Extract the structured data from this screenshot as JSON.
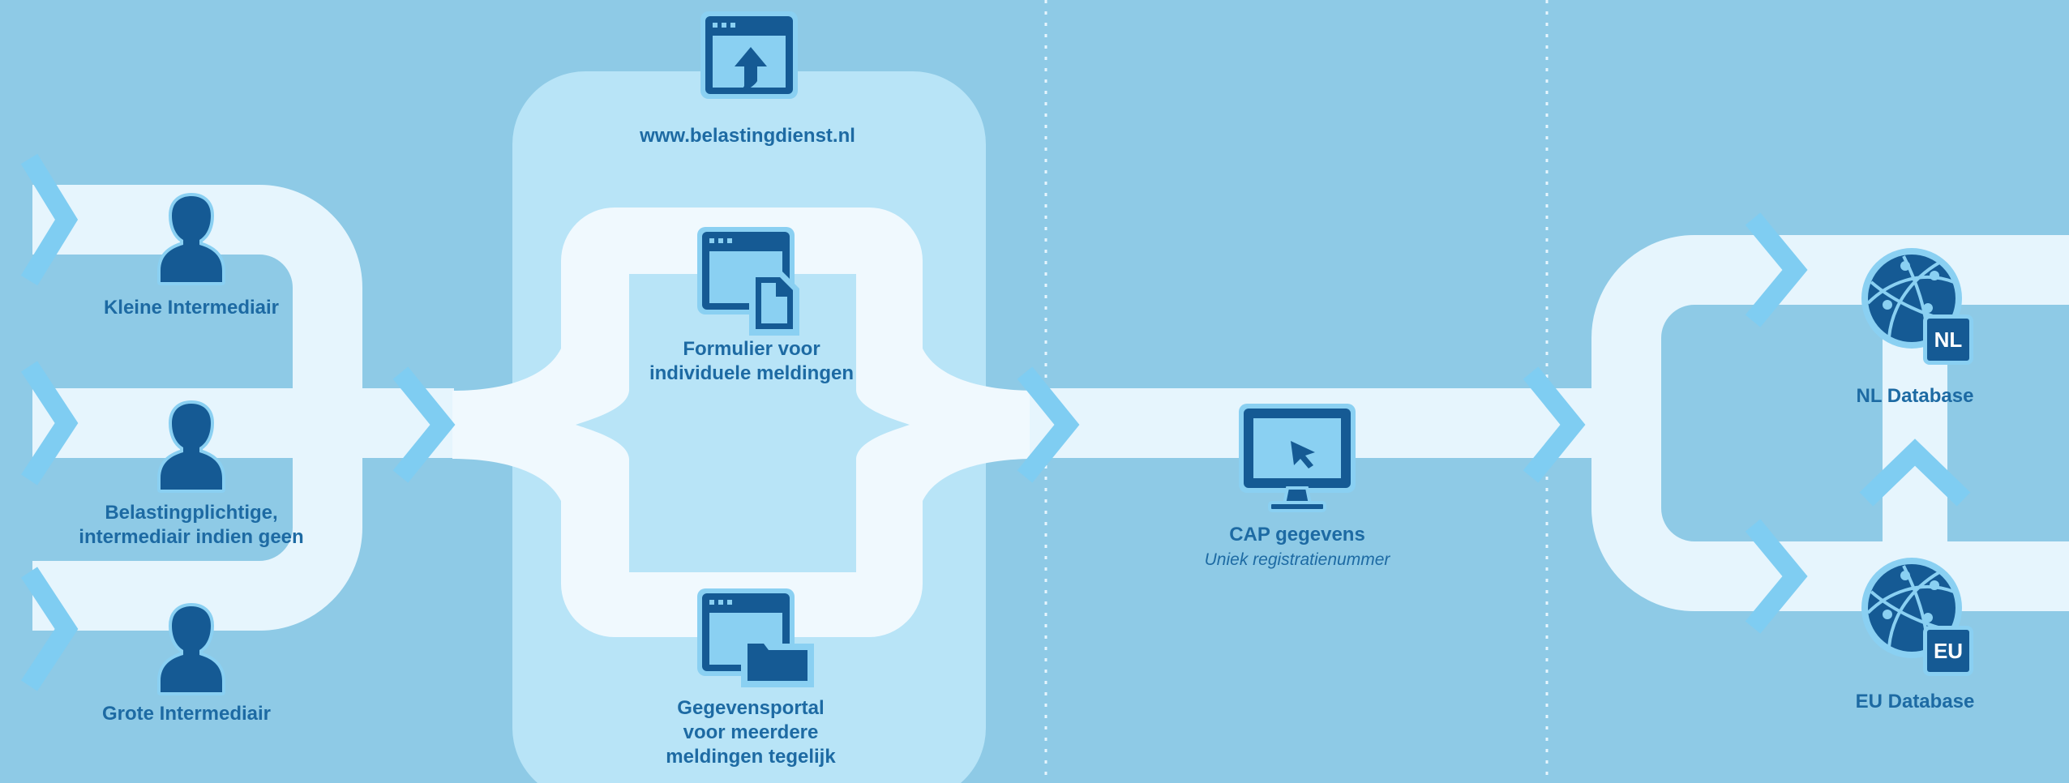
{
  "diagram": {
    "colors": {
      "background": "#8ecae6",
      "flow_light": "#e6f5fd",
      "flow_lighter": "#f0f9fe",
      "panel": "#b8e4f7",
      "chevron": "#7fcdf2",
      "icon_dark": "#155a94",
      "icon_light": "#8ad0f2",
      "label": "#1d6aa3",
      "divider": "#e6f5fd"
    },
    "senders": [
      {
        "label": "Kleine Intermediair",
        "icon": "person-icon"
      },
      {
        "label_line1": "Belastingplichtige,",
        "label_line2": "intermediair indien geen",
        "icon": "person-icon"
      },
      {
        "label": "Grote Intermediair",
        "icon": "person-icon"
      }
    ],
    "website": {
      "label": "www.belastingdienst.nl",
      "icon": "browser-upload-icon"
    },
    "form": {
      "label_line1": "Formulier voor",
      "label_line2": "individuele meldingen",
      "icon": "browser-document-icon"
    },
    "portal": {
      "label_line1": "Gegevensportal",
      "label_line2": "voor meerdere",
      "label_line3": "meldingen tegelijk",
      "icon": "browser-folder-icon"
    },
    "cap": {
      "label": "CAP gegevens",
      "sublabel": "Uniek registratienummer",
      "icon": "monitor-cursor-icon"
    },
    "databases": [
      {
        "label": "NL Database",
        "badge": "NL",
        "icon": "globe-network-icon"
      },
      {
        "label": "EU Database",
        "badge": "EU",
        "icon": "globe-network-icon"
      }
    ]
  }
}
